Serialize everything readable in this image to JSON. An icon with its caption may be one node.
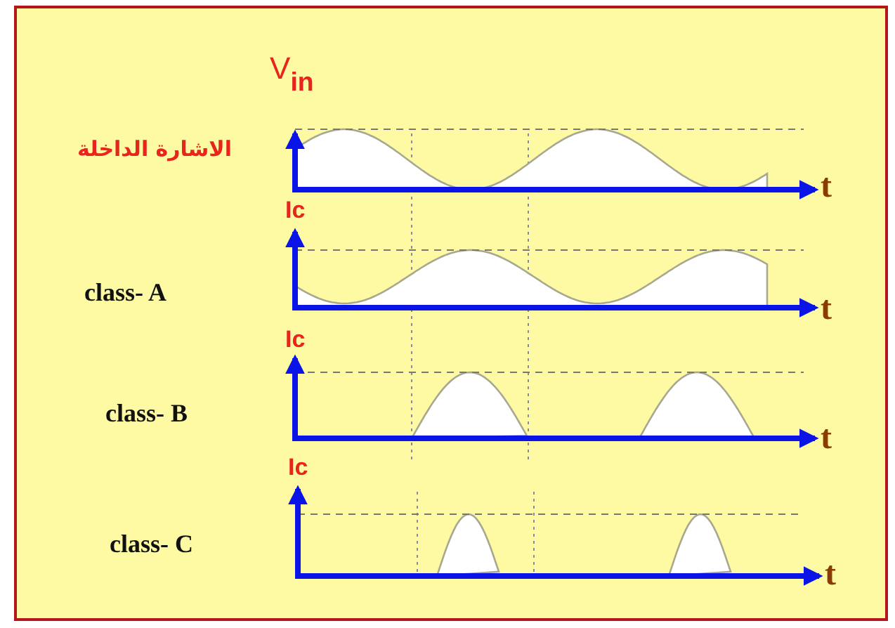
{
  "diagram": {
    "labels": [
      "V$_{in}$",
      "الاشارة الداخلة",
      "t",
      "Ic",
      "class- A",
      "t",
      "Ic",
      "class- B",
      "t",
      "Ic",
      "class- C",
      "t"
    ]
  }
}
